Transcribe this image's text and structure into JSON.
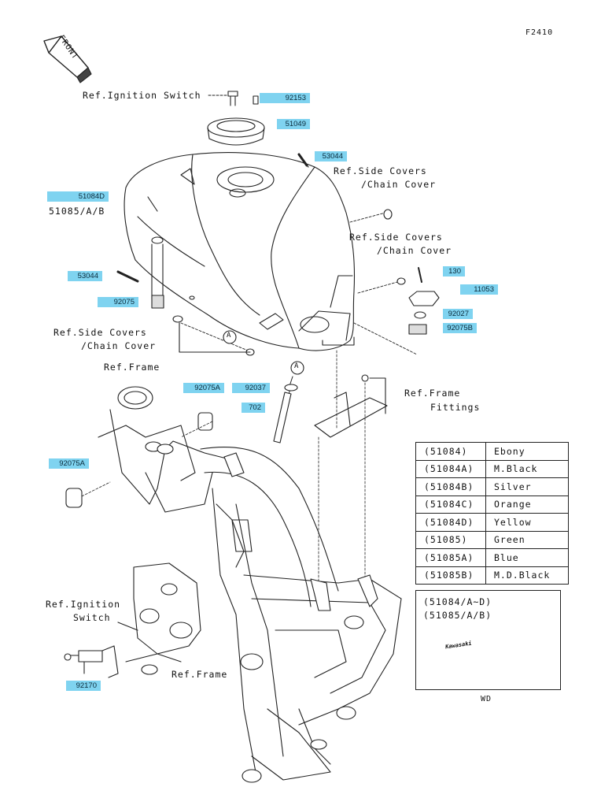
{
  "figure_code": "F2410",
  "front_label": "FRONT",
  "part_labels": {
    "p92153": "92153",
    "p51049": "51049",
    "p53044_top": "53044",
    "p51084D": "51084D",
    "p53044_left": "53044",
    "p92075": "92075",
    "p130": "130",
    "p11053": "11053",
    "p92027": "92027",
    "p92075B": "92075B",
    "p92037": "92037",
    "p702": "702",
    "p92075A_top": "92075A",
    "p92075A_left": "92075A",
    "p92170": "92170"
  },
  "text_labels": {
    "ref_ignition_top": "Ref.Ignition Switch",
    "alt_51085": "51085/A/B",
    "ref_side1_a": "Ref.Side Covers",
    "ref_side1_b": "/Chain Cover",
    "ref_side2_a": "Ref.Side Covers",
    "ref_side2_b": "/Chain Cover",
    "ref_side3_a": "Ref.Side Covers",
    "ref_side3_b": "/Chain Cover",
    "ref_frame_top": "Ref.Frame",
    "ref_frame_fit_a": "Ref.Frame",
    "ref_frame_fit_b": "Fittings",
    "ref_ignition_b_a": "Ref.Ignition",
    "ref_ignition_b_b": "Switch",
    "ref_frame_bottom": "Ref.Frame",
    "marker_a1": "A",
    "marker_a2": "A"
  },
  "color_table": [
    {
      "code": "(51084)",
      "color": "Ebony"
    },
    {
      "code": "(51084A)",
      "color": "M.Black"
    },
    {
      "code": "(51084B)",
      "color": "Silver"
    },
    {
      "code": "(51084C)",
      "color": "Orange"
    },
    {
      "code": "(51084D)",
      "color": "Yellow"
    },
    {
      "code": "(51085)",
      "color": "Green"
    },
    {
      "code": "(51085A)",
      "color": "Blue"
    },
    {
      "code": "(51085B)",
      "color": "M.D.Black"
    }
  ],
  "inset": {
    "line1": "(51084/A~D)",
    "line2": "(51085/A/B)",
    "decal_text": "Kawasaki",
    "caption": "WD"
  },
  "colors": {
    "label_fill": "#7fd3f0",
    "line": "#222222"
  }
}
